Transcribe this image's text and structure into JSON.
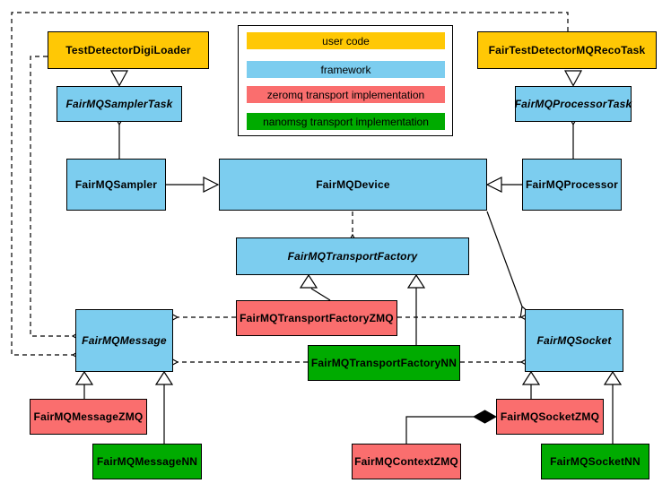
{
  "colors": {
    "user_code": "#FFC805",
    "framework": "#7CCDEF",
    "zeromq": "#FA6E6E",
    "nanomsg": "#00AB00",
    "line": "#000000",
    "background": "#FFFFFF"
  },
  "legend": {
    "items": [
      {
        "label": "user code",
        "category": "user_code"
      },
      {
        "label": "framework",
        "category": "framework"
      },
      {
        "label": "zeromq transport implementation",
        "category": "zeromq"
      },
      {
        "label": "nanomsg transport implementation",
        "category": "nanomsg"
      }
    ]
  },
  "nodes": {
    "digi_loader": {
      "label": "TestDetectorDigiLoader",
      "category": "user_code",
      "abstract": false
    },
    "reco_task": {
      "label": "FairTestDetectorMQRecoTask",
      "category": "user_code",
      "abstract": false
    },
    "sampler_task": {
      "label": "FairMQSamplerTask",
      "category": "framework",
      "abstract": true
    },
    "processor_task": {
      "label": "FairMQProcessorTask",
      "category": "framework",
      "abstract": true
    },
    "sampler": {
      "label": "FairMQSampler",
      "category": "framework",
      "abstract": false
    },
    "device": {
      "label": "FairMQDevice",
      "category": "framework",
      "abstract": false
    },
    "processor": {
      "label": "FairMQProcessor",
      "category": "framework",
      "abstract": false
    },
    "transport_factory": {
      "label": "FairMQTransportFactory",
      "category": "framework",
      "abstract": true
    },
    "transport_factory_zmq": {
      "label": "FairMQTransportFactoryZMQ",
      "category": "zeromq",
      "abstract": false
    },
    "transport_factory_nn": {
      "label": "FairMQTransportFactoryNN",
      "category": "nanomsg",
      "abstract": false
    },
    "message": {
      "label": "FairMQMessage",
      "category": "framework",
      "abstract": true
    },
    "socket": {
      "label": "FairMQSocket",
      "category": "framework",
      "abstract": true
    },
    "message_zmq": {
      "label": "FairMQMessageZMQ",
      "category": "zeromq",
      "abstract": false
    },
    "message_nn": {
      "label": "FairMQMessageNN",
      "category": "nanomsg",
      "abstract": false
    },
    "socket_zmq": {
      "label": "FairMQSocketZMQ",
      "category": "zeromq",
      "abstract": false
    },
    "socket_nn": {
      "label": "FairMQSocketNN",
      "category": "nanomsg",
      "abstract": false
    },
    "context_zmq": {
      "label": "FairMQContextZMQ",
      "category": "zeromq",
      "abstract": false
    }
  },
  "edges": [
    {
      "from": "TestDetectorDigiLoader",
      "to": "FairMQSamplerTask",
      "type": "inheritance"
    },
    {
      "from": "FairTestDetectorMQRecoTask",
      "to": "FairMQProcessorTask",
      "type": "inheritance"
    },
    {
      "from": "FairMQSampler",
      "to": "FairMQDevice",
      "type": "inheritance"
    },
    {
      "from": "FairMQProcessor",
      "to": "FairMQDevice",
      "type": "inheritance"
    },
    {
      "from": "FairMQTransportFactoryZMQ",
      "to": "FairMQTransportFactory",
      "type": "inheritance"
    },
    {
      "from": "FairMQTransportFactoryNN",
      "to": "FairMQTransportFactory",
      "type": "inheritance"
    },
    {
      "from": "FairMQMessageZMQ",
      "to": "FairMQMessage",
      "type": "inheritance"
    },
    {
      "from": "FairMQMessageNN",
      "to": "FairMQMessage",
      "type": "inheritance"
    },
    {
      "from": "FairMQSocketZMQ",
      "to": "FairMQSocket",
      "type": "inheritance"
    },
    {
      "from": "FairMQSocketNN",
      "to": "FairMQSocket",
      "type": "inheritance"
    },
    {
      "from": "FairMQSampler",
      "to": "FairMQSamplerTask",
      "type": "association"
    },
    {
      "from": "FairMQProcessor",
      "to": "FairMQProcessorTask",
      "type": "association"
    },
    {
      "from": "FairMQDevice",
      "to": "FairMQSocket",
      "type": "association"
    },
    {
      "from": "FairMQDevice",
      "to": "FairMQTransportFactory",
      "type": "dependency"
    },
    {
      "from": "FairMQTransportFactoryZMQ",
      "to": "FairMQMessage",
      "type": "dependency"
    },
    {
      "from": "FairMQTransportFactoryZMQ",
      "to": "FairMQSocket",
      "type": "dependency"
    },
    {
      "from": "FairMQTransportFactoryNN",
      "to": "FairMQMessage",
      "type": "dependency"
    },
    {
      "from": "FairMQTransportFactoryNN",
      "to": "FairMQSocket",
      "type": "dependency"
    },
    {
      "from": "TestDetectorDigiLoader",
      "to": "FairMQMessage",
      "type": "dependency"
    },
    {
      "from": "FairTestDetectorMQRecoTask",
      "to": "FairMQMessage",
      "type": "dependency"
    },
    {
      "from": "FairMQContextZMQ",
      "to": "FairMQSocketZMQ",
      "type": "composition"
    }
  ]
}
